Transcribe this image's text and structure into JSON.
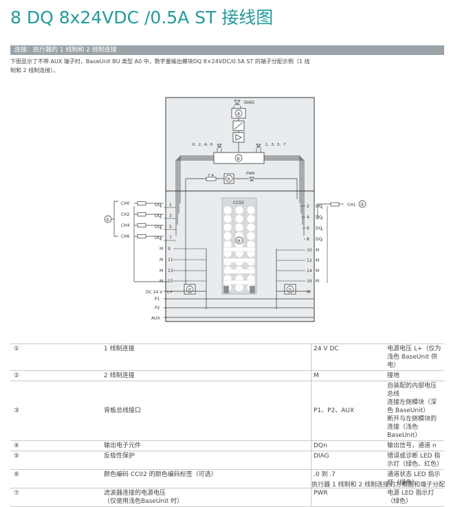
{
  "page_title": "8 DQ 8x24VDC /0.5A ST 接线图",
  "section_heading": "连接：执行器的 1 线制和 2 线制连接",
  "description": "下图显示了不带 AUX 端子时，BaseUnit BU 类型 A0 中，数字量输出模块DQ 8×24VDC/0.5A ST 的端子分配示例（1 线制和 2 线制连接）。",
  "diagram": {
    "diag": "DIAG",
    "leds_left": ".0, .2, .4, .6",
    "leds_right": ".1, .3, .5, .7",
    "fuse": "7 A",
    "pwr": "PWR",
    "cc": "CC02",
    "ch_left": [
      "CH0",
      "CH2",
      "CH4",
      "CH6"
    ],
    "dq_left": [
      "DQ0",
      "DQ2",
      "DQ4",
      "DQ6"
    ],
    "dq_left_sub": [
      "0",
      "2",
      "4",
      "6"
    ],
    "pins_left_top": [
      "1",
      "3",
      "5",
      "7"
    ],
    "pins_left_m": [
      "9",
      "11",
      "13",
      "15"
    ],
    "ch_right": "CH1",
    "dq_right": [
      "DQ1",
      "DQ3",
      "DQ5",
      "DQ7"
    ],
    "dq_right_sub": [
      "1",
      "3",
      "5",
      "7"
    ],
    "pins_right_top": [
      "2",
      "4",
      "6",
      "8"
    ],
    "pins_right_m": [
      "10",
      "12",
      "14",
      "16"
    ],
    "m": "M",
    "dc24": "DC 24 V",
    "lplus": "L+",
    "p1": "P1",
    "p2": "P2",
    "aux": "AUX",
    "callouts": [
      "①",
      "②",
      "③",
      "④",
      "⑤",
      "⑥",
      "⑦"
    ]
  },
  "legend": [
    {
      "sym": "①",
      "desc": "1 线制连接",
      "code": "24 V DC",
      "desc2": [
        "电源电压 L+（仅为浅色 BaseUnit 供电）"
      ]
    },
    {
      "sym": "②",
      "desc": "2 线制连接",
      "code": "M",
      "desc2": [
        "接地"
      ]
    },
    {
      "sym": "③",
      "desc": "背板总线接口",
      "code": "P1、P2、AUX",
      "desc2": [
        "自装配的内部电压总线",
        "连接左侧模块（深色 BaseUnit）",
        "断开与左侧模块的连接（浅色 BaseUnit）"
      ]
    },
    {
      "sym": "④",
      "desc": "输出电子元件",
      "code": "DQn",
      "desc2": [
        "输出信号，通道 n"
      ]
    },
    {
      "sym": "⑤",
      "desc": "反极性保护",
      "code": "DIAG",
      "desc2": [
        "错误或诊断 LED 指示灯（绿色、红色）"
      ]
    },
    {
      "sym": "⑥",
      "desc": "颜色编码 CC02 的颜色编码标签（可选）",
      "code": ".0 到 .7",
      "desc2": [
        "通道状态 LED 指示灯（绿色）"
      ]
    },
    {
      "sym": "⑦",
      "desc": "滤波器连接的电源电压",
      "desc_line2": "（仅使用浅色BaseUnit 时）",
      "code": "PWR",
      "desc2": [
        "电源 LED 指示灯（绿色）"
      ]
    }
  ],
  "caption": "执行器 1 线制和 2 线制连接的方框图和端子分配"
}
